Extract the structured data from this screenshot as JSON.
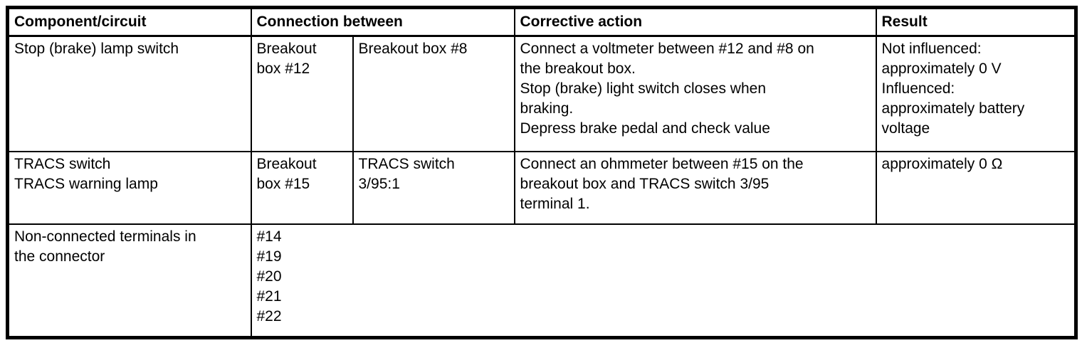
{
  "table": {
    "headers": {
      "component": "Component/circuit",
      "connection": "Connection between",
      "corrective": "Corrective action",
      "result": "Result"
    },
    "rows": [
      {
        "component": "Stop (brake) lamp switch",
        "connection_a": "Breakout\nbox #12",
        "connection_b": "Breakout box #8",
        "corrective": "Connect a voltmeter between #12 and #8 on\nthe breakout box.\nStop (brake) light switch closes when\nbraking.\nDepress brake pedal and check value",
        "result": "Not influenced:\napproximately 0 V\nInfluenced:\napproximately battery\nvoltage"
      },
      {
        "component": "TRACS switch\nTRACS warning lamp",
        "connection_a": "Breakout\nbox #15",
        "connection_b": "TRACS switch\n3/95:1",
        "corrective": "Connect an ohmmeter between #15 on the\nbreakout box and TRACS switch 3/95\nterminal 1.",
        "result": "approximately 0 Ω"
      },
      {
        "component": "Non-connected terminals in\nthe connector",
        "terminals": "#14\n#19\n#20\n#21\n#22"
      }
    ]
  }
}
